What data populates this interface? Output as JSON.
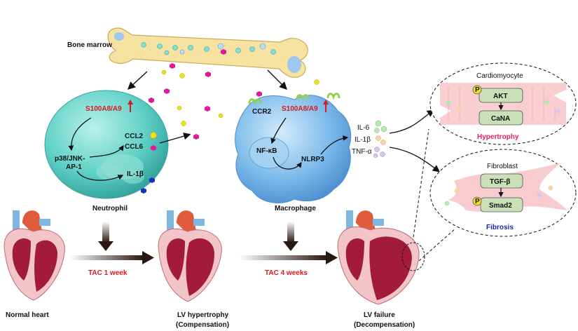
{
  "labels": {
    "bone_marrow": "Bone marrow",
    "neutrophil": "Neutrophil",
    "macrophage": "Macrophage",
    "s100_neutrophil": "S100A8/A9",
    "s100_macrophage": "S100A8/A9",
    "p38": "p38/JNK-",
    "ap1": "AP-1",
    "ccl2": "CCL2",
    "ccl6": "CCL6",
    "il1b_neutrophil": "IL-1β",
    "ccr2": "CCR2",
    "nfkb": "NF-κB",
    "nlrp3": "NLRP3",
    "il6": "IL-6",
    "il1b": "IL-1β",
    "tnfa": "TNF-α",
    "cardiomyocyte": "Cardiomyocyte",
    "akt": "AKT",
    "cana": "CaNA",
    "hypertrophy": "Hypertrophy",
    "fibroblast": "Fibroblast",
    "tgfb": "TGF-β",
    "smad2": "Smad2",
    "fibrosis": "Fibrosis",
    "p": "P",
    "tac1": "TAC 1 week",
    "tac4": "TAC 4 weeks",
    "normal_heart": "Normal heart",
    "lv_hypertrophy": "LV hypertrophy",
    "compensation": "(Compensation)",
    "lv_failure": "LV failure",
    "decompensation": "(Decompensation)"
  },
  "colors": {
    "red_label": "#d71920",
    "fibrosis_blue": "#1f1fb4",
    "hypertrophy_pink": "#e0245e",
    "neutrophil": "#5fd0c6",
    "macrophage": "#7dbbea",
    "bone": "#f7e3a1",
    "magenta_dot": "#e0199a",
    "yellow_dot": "#f2e01c",
    "blue_dot": "#1a2fc0"
  }
}
